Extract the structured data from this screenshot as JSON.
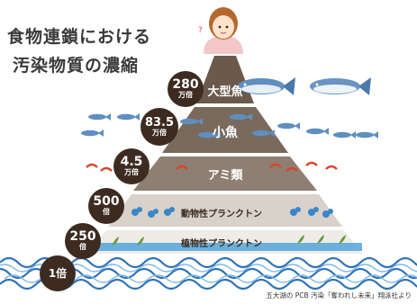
{
  "title_line1": "食物連鎖における",
  "title_line2": "汚染物質の濃縮",
  "levels": [
    {
      "number": "280",
      "unit": "万倍",
      "label": "大型魚"
    },
    {
      "number": "83.5",
      "unit": "万倍",
      "label": "小魚"
    },
    {
      "number": "4.5",
      "unit": "万倍",
      "label": "アミ類"
    },
    {
      "number": "500",
      "unit": "倍",
      "label": "動物性プランクトン"
    },
    {
      "number": "250",
      "unit": "倍",
      "label": "植物性プランクトン"
    },
    {
      "number": "1倍",
      "unit": "",
      "label": ""
    }
  ],
  "credit": "五大湖の PCB 汚染「奪われし未来」翔泳社より",
  "colors": {
    "pyramid_dark": "#6b5a4c",
    "pyramid_mid": "#8a7a6c",
    "pyramid_light": "#b9aea3",
    "pyramid_pale": "#dcd6cf",
    "circle": "#3d2b21",
    "water": "#2f72b8",
    "fish_body": "#5f8fc0",
    "shrimp": "#d9432c",
    "zooplankton": "#3a86c8",
    "phytoplankton": "#6a9a3a"
  }
}
